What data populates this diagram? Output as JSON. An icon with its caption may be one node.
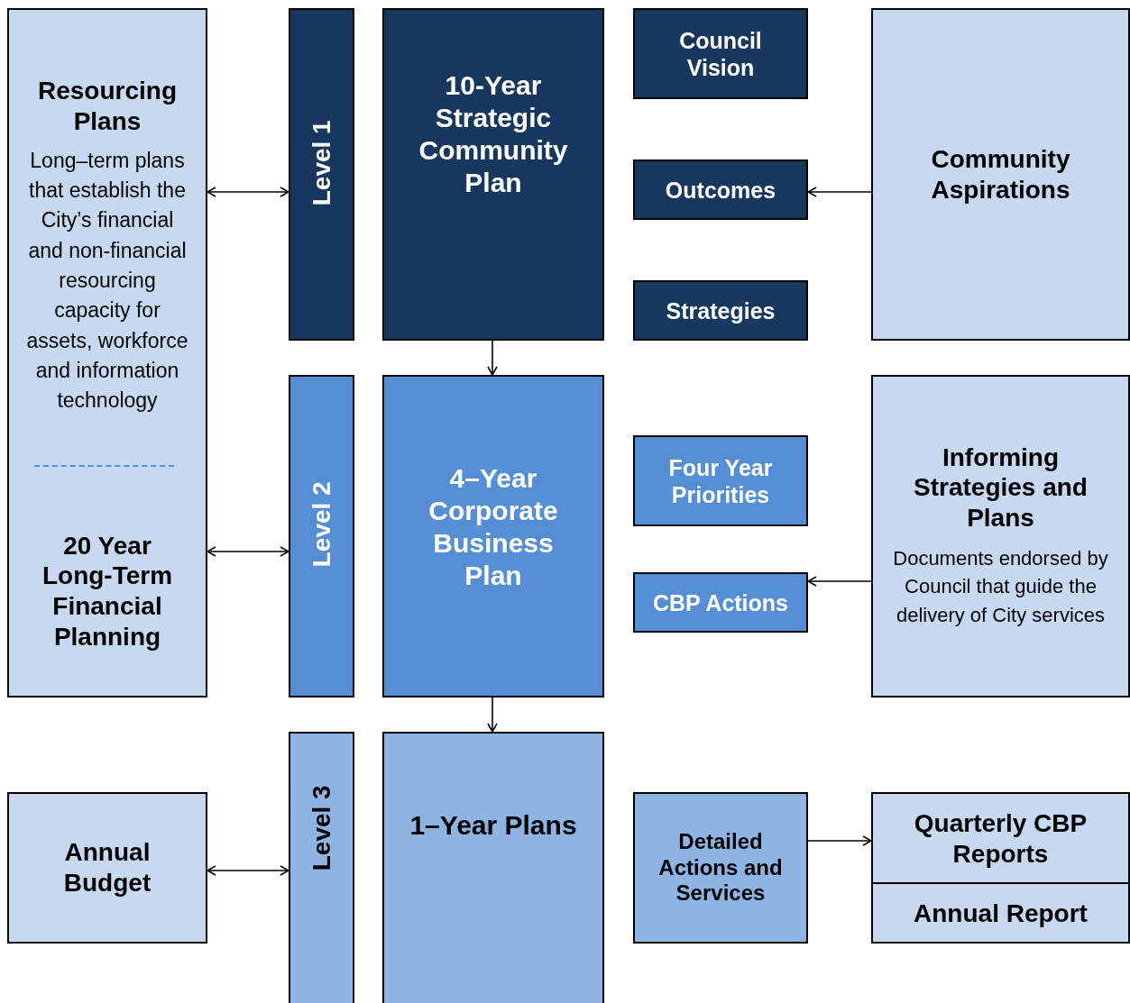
{
  "diagram": {
    "nodes": [
      {
        "text": [
          "Resourcing Plans",
          "Long–term plans that establish the City’s financial and non-financial resourcing capacity for assets, workforce and information technology",
          "20 Year Long-Term Financial Planning"
        ]
      },
      {
        "text": [
          "Level 1"
        ]
      },
      {
        "text": [
          "10-Year Strategic Community Plan"
        ]
      },
      {
        "text": [
          "Council Vision"
        ]
      },
      {
        "text": [
          "Outcomes"
        ]
      },
      {
        "text": [
          "Strategies"
        ]
      },
      {
        "text": [
          "Community Aspirations"
        ]
      },
      {
        "text": [
          "Level 2"
        ]
      },
      {
        "text": [
          "4–Year Corporate Business Plan"
        ]
      },
      {
        "text": [
          "Four Year Priorities"
        ]
      },
      {
        "text": [
          "CBP Actions"
        ]
      },
      {
        "text": [
          "Informing Strategies and Plans",
          "Documents endorsed by Council that guide the delivery of City services"
        ]
      },
      {
        "text": [
          "Annual Budget"
        ]
      },
      {
        "text": [
          "Level 3"
        ]
      },
      {
        "text": [
          "1–Year Plans"
        ]
      },
      {
        "text": [
          "Detailed Actions and Services"
        ]
      },
      {
        "text": [
          "Quarterly CBP Reports",
          "Annual Report"
        ]
      }
    ],
    "edges": [
      {
        "from": 0,
        "to": 1,
        "arrow": "both"
      },
      {
        "from": 0,
        "to": 7,
        "arrow": "both"
      },
      {
        "from": 12,
        "to": 13,
        "arrow": "both"
      },
      {
        "from": 2,
        "to": 8,
        "arrow": "to"
      },
      {
        "from": 8,
        "to": 14,
        "arrow": "to"
      },
      {
        "from": 6,
        "to": 4,
        "arrow": "to"
      },
      {
        "from": 11,
        "to": 10,
        "arrow": "to"
      },
      {
        "from": 15,
        "to": 16,
        "arrow": "to"
      }
    ]
  }
}
